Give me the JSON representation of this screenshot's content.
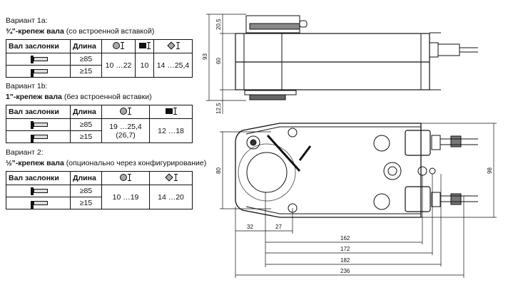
{
  "variants": [
    {
      "title": "Вариант 1a:",
      "subtitle_bold": "¾\"-крепеж вала",
      "subtitle_rest": " (со встроенной вставкой)",
      "headers": [
        "Вал заслонки",
        "Длина"
      ],
      "icons": [
        "round-shaft-icon",
        "square-shaft-icon",
        "diamond-shaft-icon"
      ],
      "lengths": [
        "≥85",
        "≥15"
      ],
      "values": [
        "10 …22",
        "10",
        "14 …25,4"
      ]
    },
    {
      "title": "Вариант 1b:",
      "subtitle_bold": "1\"-крепеж вала",
      "subtitle_rest": " (без встроенной вставки)",
      "headers": [
        "Вал заслонки",
        "Длина"
      ],
      "icons": [
        "round-shaft-icon",
        "square-shaft-icon"
      ],
      "lengths": [
        "≥85",
        "≥15"
      ],
      "values": [
        "19 …25,4",
        "(26,7)",
        "12 …18"
      ]
    },
    {
      "title": "Вариант 2:",
      "subtitle_bold": "½\"-крепеж вала",
      "subtitle_rest": " (опционально через конфигурирование)",
      "headers": [
        "Вал заслонки",
        "Длина"
      ],
      "icons": [
        "round-shaft-icon",
        "diamond-shaft-icon"
      ],
      "lengths": [
        "≥85",
        "≥15"
      ],
      "values": [
        "10 …19",
        "14 …20"
      ]
    }
  ],
  "dimensions": {
    "top_view": [
      "93",
      "20,5",
      "60",
      "12,5"
    ],
    "bottom_view": [
      "80",
      "98",
      "32",
      "27",
      "162",
      "172",
      "182",
      "236"
    ]
  }
}
